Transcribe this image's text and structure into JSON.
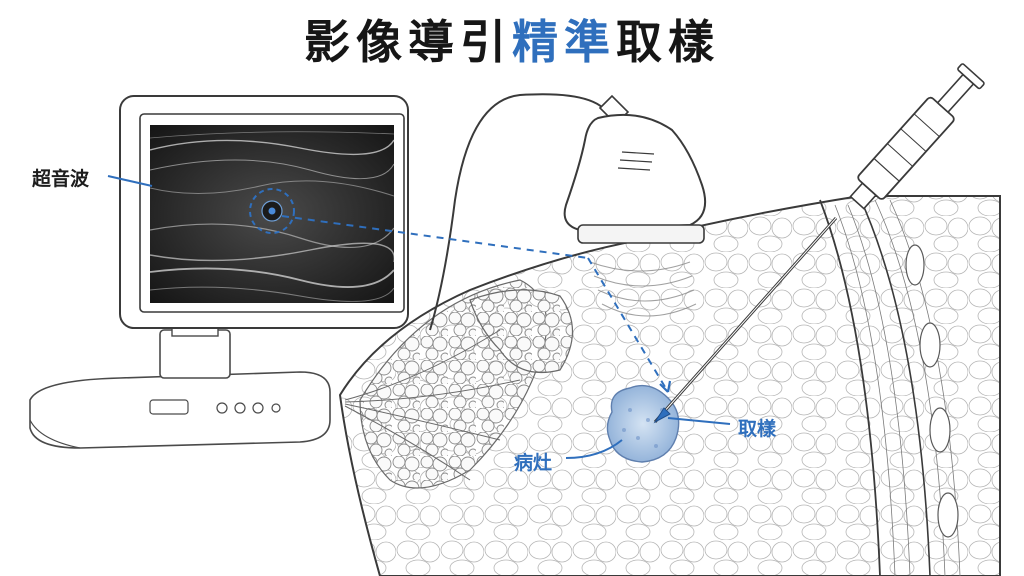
{
  "title": {
    "part1": "影像導引",
    "accent": "精準",
    "part2": "取樣"
  },
  "labels": {
    "ultrasound": "超音波",
    "lesion": "病灶",
    "sampling": "取樣"
  },
  "colors": {
    "accent": "#2f6fbd",
    "lesion": "#a9c4e4",
    "screen": "#222222",
    "line": "#3a3a3a"
  }
}
